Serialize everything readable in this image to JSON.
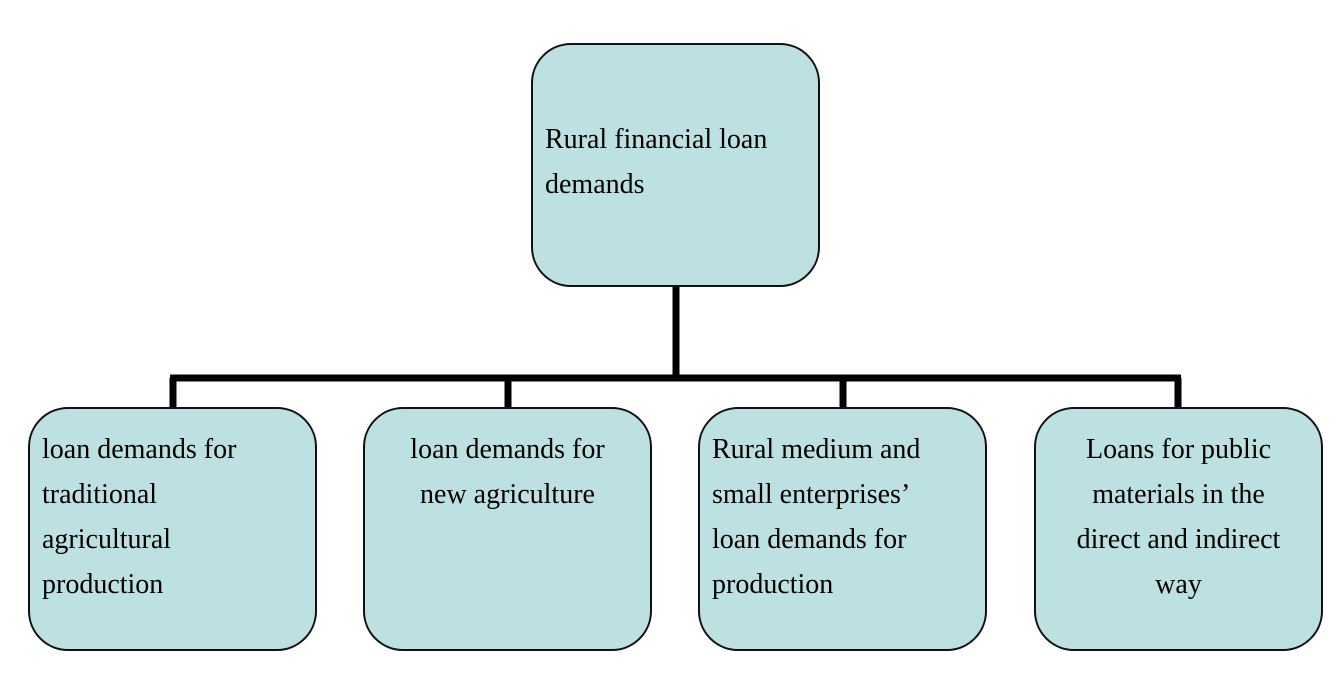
{
  "diagram": {
    "root": {
      "label": "Rural financial loan\ndemands"
    },
    "children": [
      {
        "label": "loan demands for\ntraditional\nagricultural\nproduction"
      },
      {
        "label": "loan demands for\nnew agriculture"
      },
      {
        "label": "Rural medium and\nsmall enterprises’\nloan demands for\nproduction"
      },
      {
        "label": "Loans for public\nmaterials in the\ndirect and indirect\nway"
      }
    ]
  },
  "colors": {
    "box_fill": "#bde0e2",
    "box_border": "#111111",
    "connector": "#000000"
  }
}
